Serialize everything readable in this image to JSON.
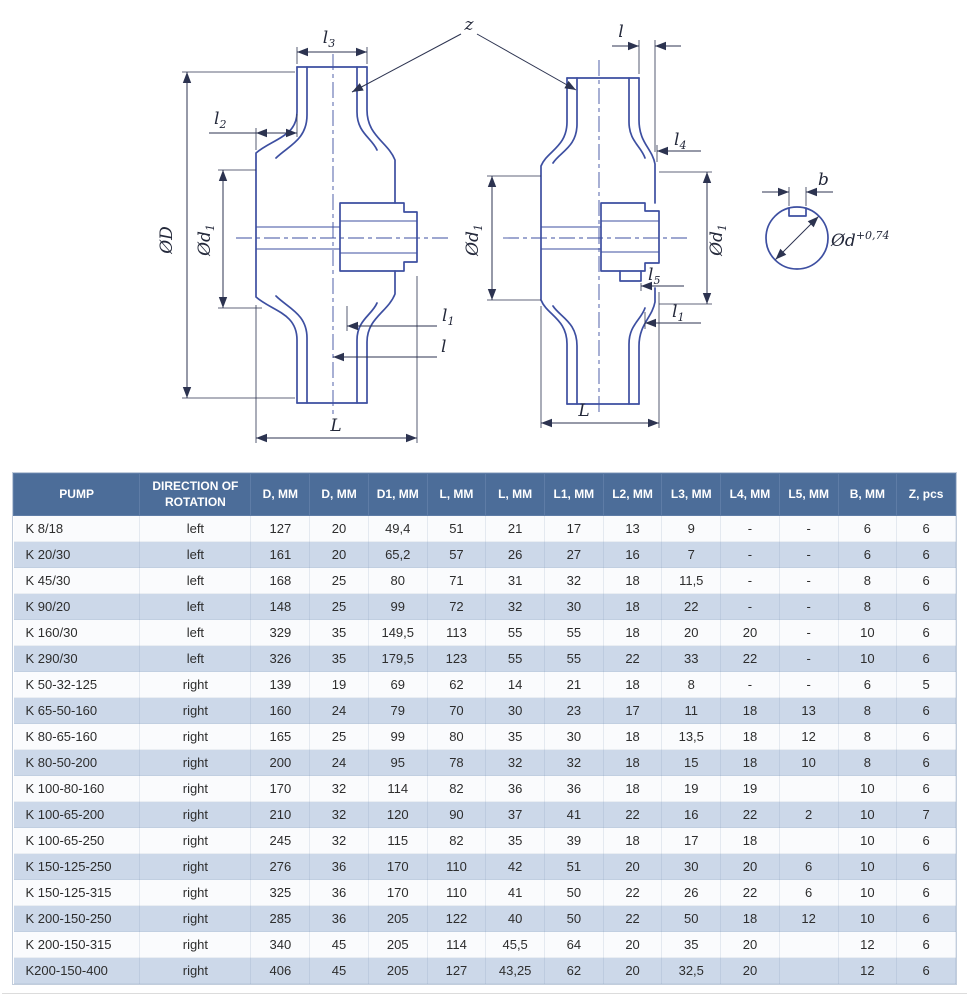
{
  "diagram": {
    "labels": {
      "z": "z",
      "l": "l",
      "L": "L",
      "b": "b",
      "phiD": "ØD",
      "l1": {
        "base": "l",
        "sub": "1"
      },
      "l2": {
        "base": "l",
        "sub": "2"
      },
      "l3": {
        "base": "l",
        "sub": "3"
      },
      "l4": {
        "base": "l",
        "sub": "4"
      },
      "l5": {
        "base": "l",
        "sub": "5"
      },
      "phid1": {
        "base": "Ød",
        "sub": "1"
      },
      "phid_tol": {
        "base": "Ød",
        "sup": "+0,74"
      }
    }
  },
  "table": {
    "headers": [
      "PUMP",
      "DIRECTION OF ROTATION",
      "D, MM",
      "D, MM",
      "D1, MM",
      "L, MM",
      "L, MM",
      "L1, MM",
      "L2, MM",
      "L3, MM",
      "L4, MM",
      "L5, MM",
      "B, MM",
      "Z, pcs"
    ],
    "rows": [
      [
        "K 8/18",
        "left",
        "127",
        "20",
        "49,4",
        "51",
        "21",
        "17",
        "13",
        "9",
        "-",
        "-",
        "6",
        "6"
      ],
      [
        "K 20/30",
        "left",
        "161",
        "20",
        "65,2",
        "57",
        "26",
        "27",
        "16",
        "7",
        "-",
        "-",
        "6",
        "6"
      ],
      [
        "K 45/30",
        "left",
        "168",
        "25",
        "80",
        "71",
        "31",
        "32",
        "18",
        "11,5",
        "-",
        "-",
        "8",
        "6"
      ],
      [
        "K 90/20",
        "left",
        "148",
        "25",
        "99",
        "72",
        "32",
        "30",
        "18",
        "22",
        "-",
        "-",
        "8",
        "6"
      ],
      [
        "K 160/30",
        "left",
        "329",
        "35",
        "149,5",
        "113",
        "55",
        "55",
        "18",
        "20",
        "20",
        "-",
        "10",
        "6"
      ],
      [
        "K 290/30",
        "left",
        "326",
        "35",
        "179,5",
        "123",
        "55",
        "55",
        "22",
        "33",
        "22",
        "-",
        "10",
        "6"
      ],
      [
        "K 50-32-125",
        "right",
        "139",
        "19",
        "69",
        "62",
        "14",
        "21",
        "18",
        "8",
        "-",
        "-",
        "6",
        "5"
      ],
      [
        "K 65-50-160",
        "right",
        "160",
        "24",
        "79",
        "70",
        "30",
        "23",
        "17",
        "11",
        "18",
        "13",
        "8",
        "6"
      ],
      [
        "K 80-65-160",
        "right",
        "165",
        "25",
        "99",
        "80",
        "35",
        "30",
        "18",
        "13,5",
        "18",
        "12",
        "8",
        "6"
      ],
      [
        "K 80-50-200",
        "right",
        "200",
        "24",
        "95",
        "78",
        "32",
        "32",
        "18",
        "15",
        "18",
        "10",
        "8",
        "6"
      ],
      [
        "K 100-80-160",
        "right",
        "170",
        "32",
        "114",
        "82",
        "36",
        "36",
        "18",
        "19",
        "19",
        "",
        "10",
        "6"
      ],
      [
        "K 100-65-200",
        "right",
        "210",
        "32",
        "120",
        "90",
        "37",
        "41",
        "22",
        "16",
        "22",
        "2",
        "10",
        "7"
      ],
      [
        "K 100-65-250",
        "right",
        "245",
        "32",
        "115",
        "82",
        "35",
        "39",
        "18",
        "17",
        "18",
        "",
        "10",
        "6"
      ],
      [
        "K 150-125-250",
        "right",
        "276",
        "36",
        "170",
        "110",
        "42",
        "51",
        "20",
        "30",
        "20",
        "6",
        "10",
        "6"
      ],
      [
        "K 150-125-315",
        "right",
        "325",
        "36",
        "170",
        "110",
        "41",
        "50",
        "22",
        "26",
        "22",
        "6",
        "10",
        "6"
      ],
      [
        "K 200-150-250",
        "right",
        "285",
        "36",
        "205",
        "122",
        "40",
        "50",
        "22",
        "50",
        "18",
        "12",
        "10",
        "6"
      ],
      [
        "K 200-150-315",
        "right",
        "340",
        "45",
        "205",
        "114",
        "45,5",
        "64",
        "20",
        "35",
        "20",
        "",
        "12",
        "6"
      ],
      [
        "K200-150-400",
        "right",
        "406",
        "45",
        "205",
        "127",
        "43,25",
        "62",
        "20",
        "32,5",
        "20",
        "",
        "12",
        "6"
      ]
    ]
  }
}
